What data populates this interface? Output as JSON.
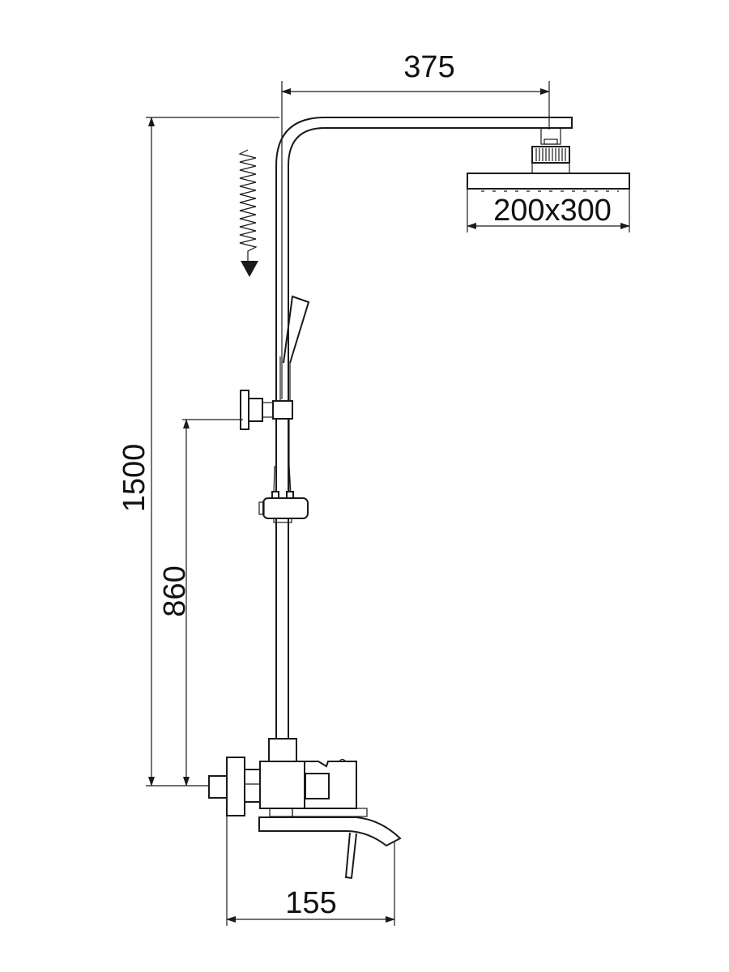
{
  "title": "Shower system dimension drawing",
  "dimensions": {
    "arm_length": "375",
    "head_size": "200x300",
    "total_height": "1500",
    "outlet_height": "860",
    "spout_projection": "155"
  },
  "colors": {
    "line": "#1a1a1a",
    "background": "#ffffff"
  }
}
